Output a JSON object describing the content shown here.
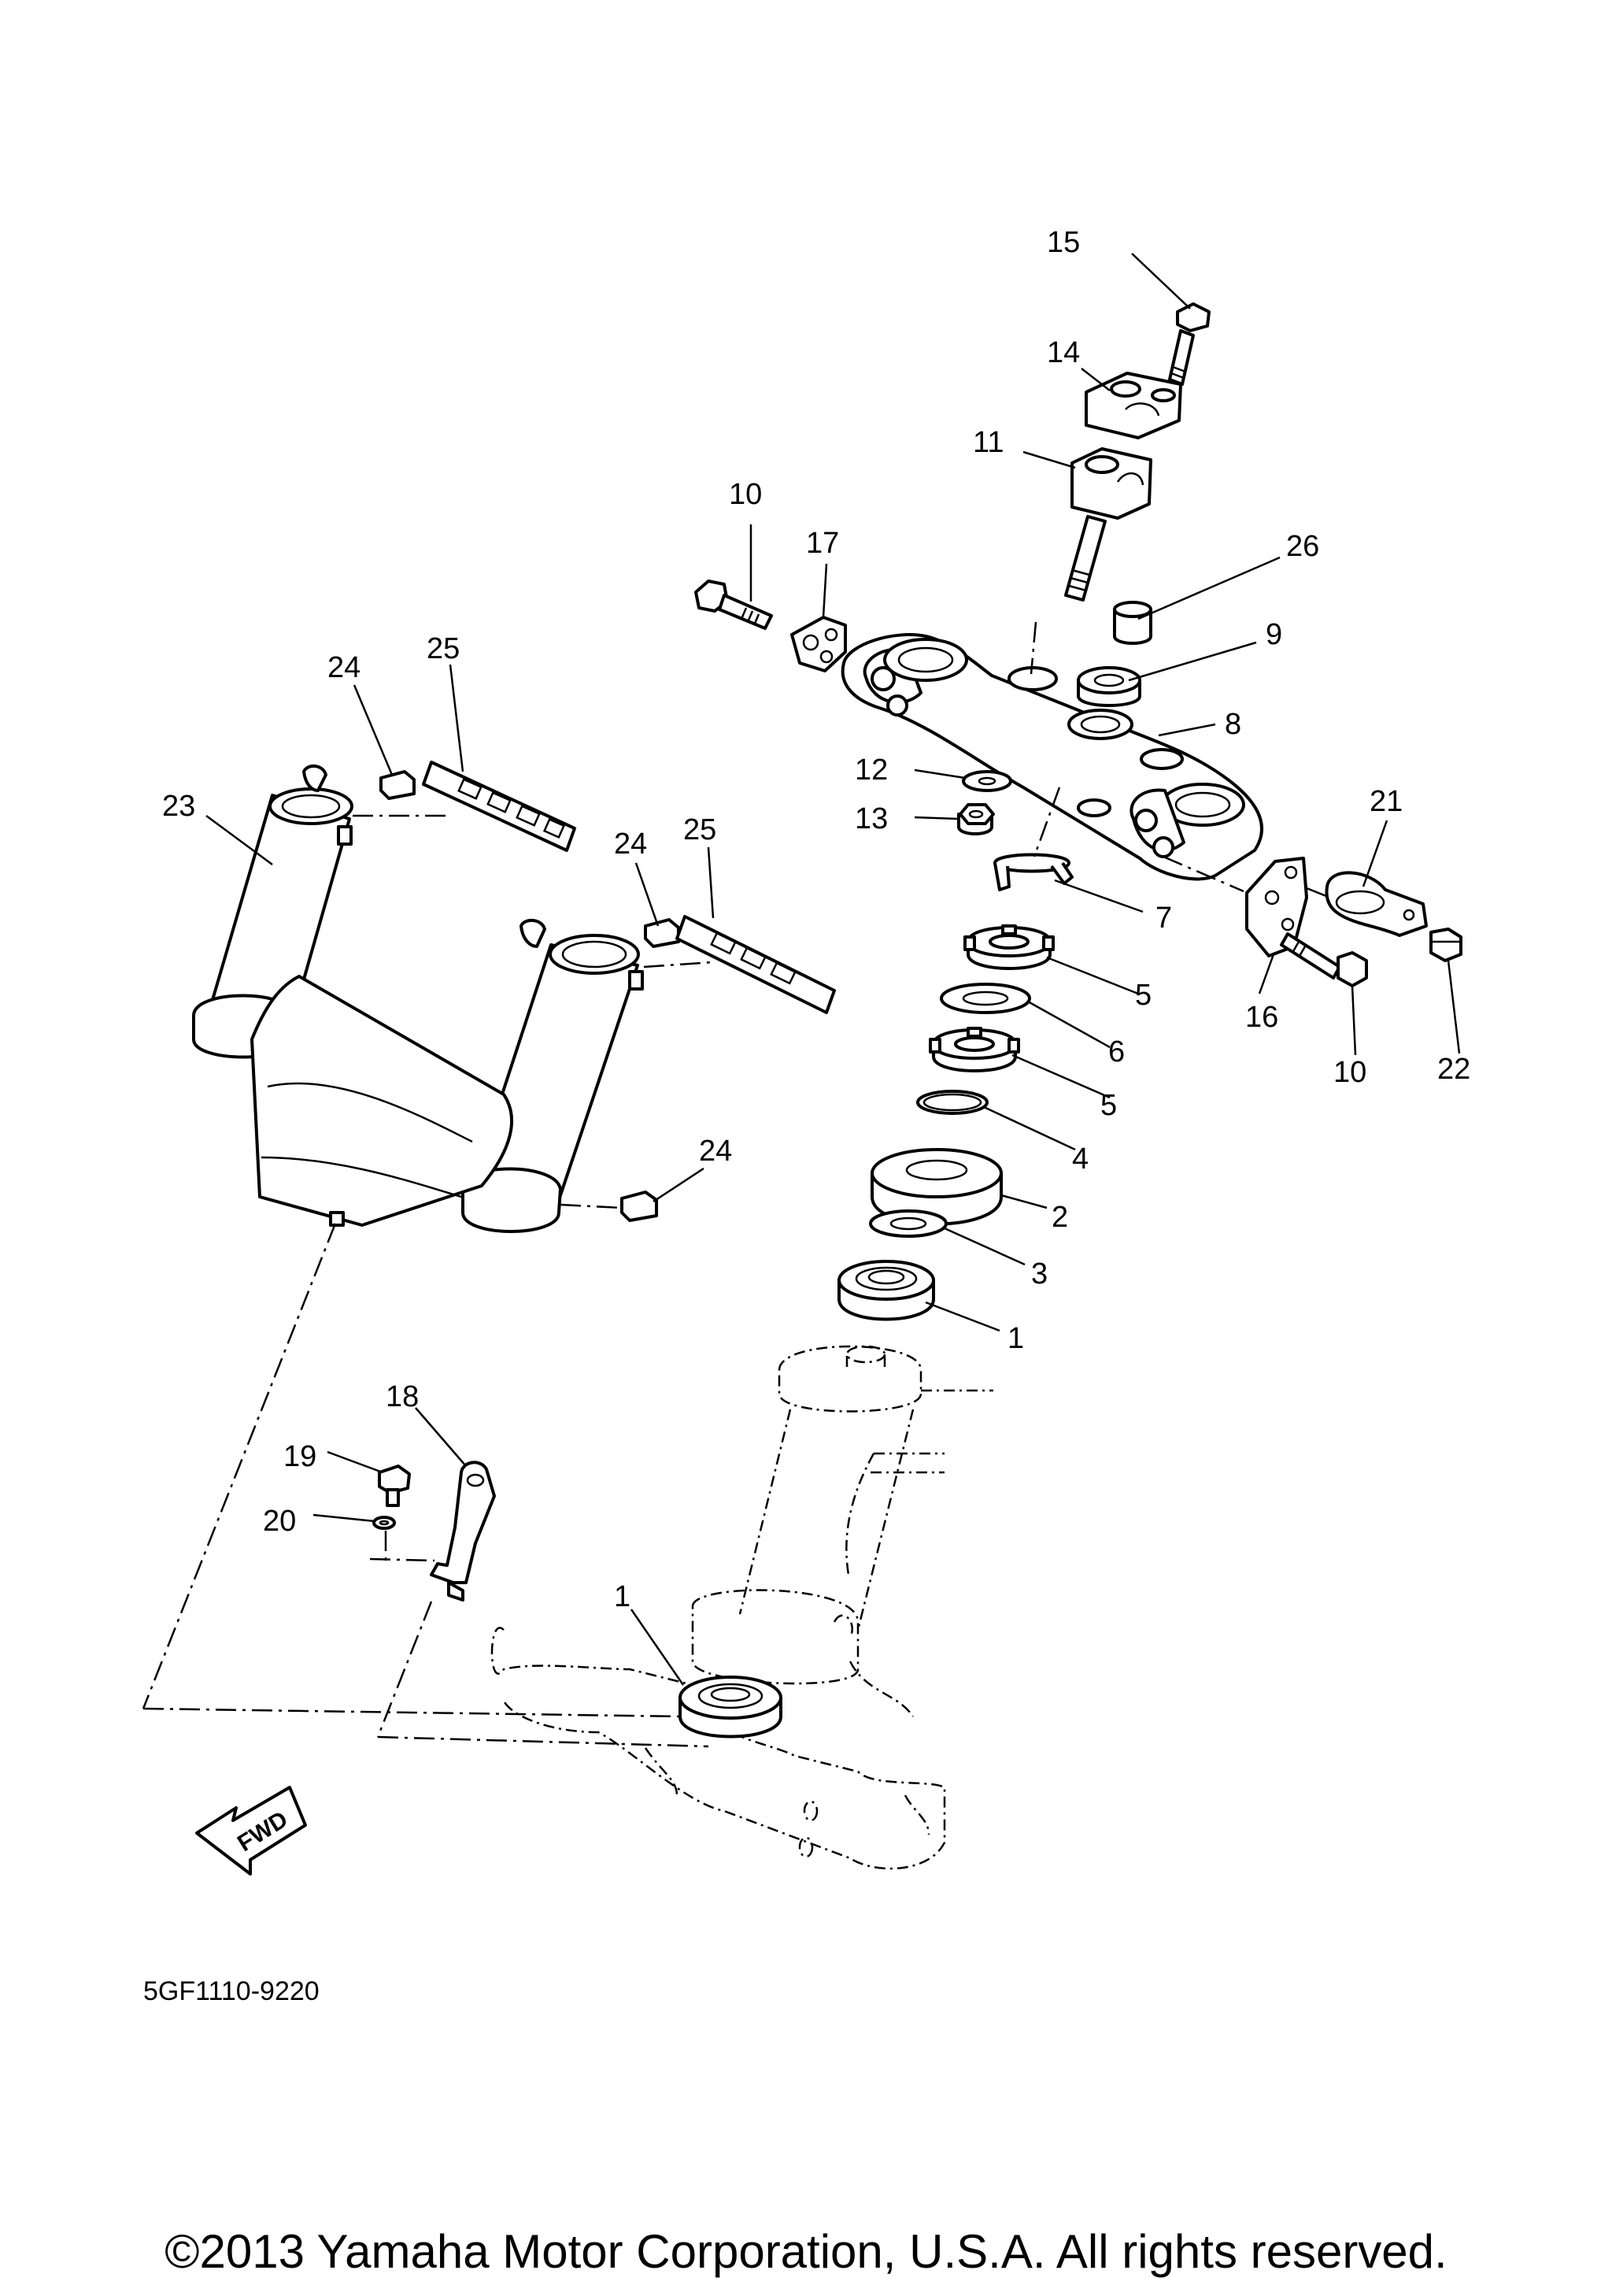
{
  "diagram": {
    "part_code": "5GF1110-9220",
    "copyright": "©2013 Yamaha Motor Corporation, U.S.A. All rights reserved.",
    "fwd_label": "FWD",
    "callouts": {
      "c15": "15",
      "c14": "14",
      "c11": "11",
      "c10a": "10",
      "c17": "17",
      "c26": "26",
      "c9": "9",
      "c8": "8",
      "c24a": "24",
      "c25a": "25",
      "c23": "23",
      "c12": "12",
      "c13": "13",
      "c21": "21",
      "c24b": "24",
      "c25b": "25",
      "c7": "7",
      "c5a": "5",
      "c6": "6",
      "c16": "16",
      "c10b": "10",
      "c22": "22",
      "c5b": "5",
      "c4": "4",
      "c24c": "24",
      "c2": "2",
      "c3": "3",
      "c1a": "1",
      "c18": "18",
      "c19": "19",
      "c20": "20",
      "c1b": "1"
    }
  }
}
